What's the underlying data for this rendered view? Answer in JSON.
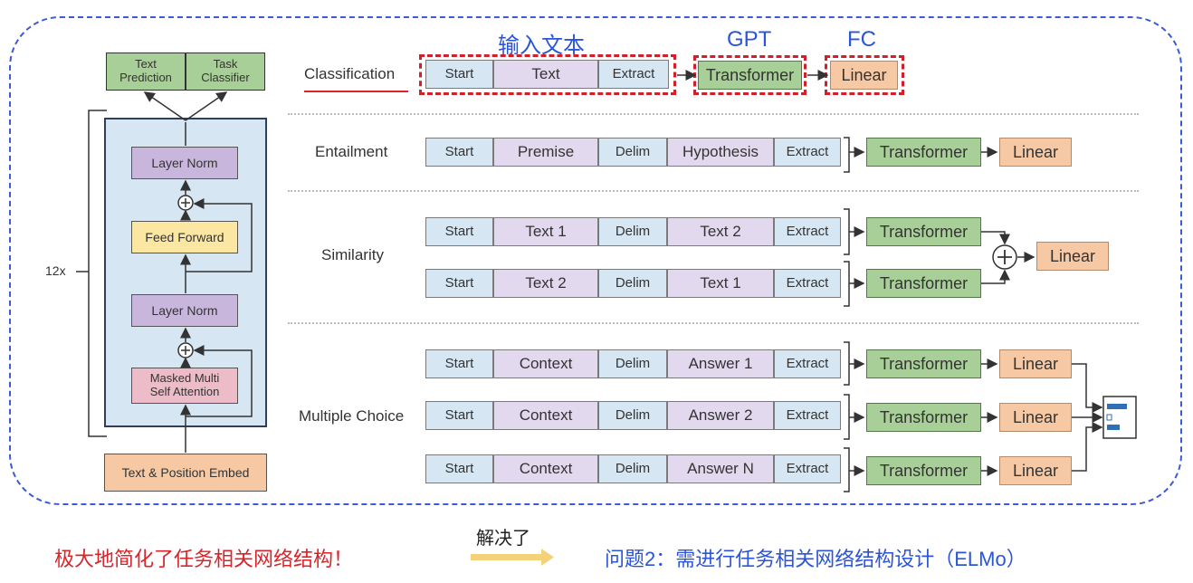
{
  "titles": {
    "input": "输入文本",
    "gpt": "GPT",
    "fc": "FC"
  },
  "arch": {
    "heads": [
      "Text\nPrediction",
      "Task\nClassifier"
    ],
    "layer_norm": "Layer Norm",
    "feed_forward": "Feed Forward",
    "masked_attention": "Masked Multi\nSelf Attention",
    "embed": "Text & Position Embed",
    "repeat": "12x"
  },
  "tasks": {
    "classification": {
      "label": "Classification",
      "tokens": [
        "Start",
        "Text",
        "Extract"
      ]
    },
    "entailment": {
      "label": "Entailment",
      "tokens": [
        "Start",
        "Premise",
        "Delim",
        "Hypothesis",
        "Extract"
      ]
    },
    "similarity": {
      "label": "Similarity",
      "rows": [
        [
          "Start",
          "Text 1",
          "Delim",
          "Text 2",
          "Extract"
        ],
        [
          "Start",
          "Text 2",
          "Delim",
          "Text 1",
          "Extract"
        ]
      ]
    },
    "multiple_choice": {
      "label": "Multiple Choice",
      "rows": [
        [
          "Start",
          "Context",
          "Delim",
          "Answer 1",
          "Extract"
        ],
        [
          "Start",
          "Context",
          "Delim",
          "Answer 2",
          "Extract"
        ],
        [
          "Start",
          "Context",
          "Delim",
          "Answer N",
          "Extract"
        ]
      ]
    }
  },
  "blocks": {
    "transformer": "Transformer",
    "linear": "Linear",
    "plus": "+"
  },
  "bottom": {
    "left": "极大地简化了任务相关网络结构！",
    "arrow_label": "解决了",
    "right": "问题2：需进行任务相关网络结构设计（ELMo）"
  },
  "colors": {
    "accent_blue": "#2a55d9",
    "accent_red": "#d9252a",
    "transformer_green": "#a9cf98",
    "linear_orange": "#f6c9a4"
  }
}
